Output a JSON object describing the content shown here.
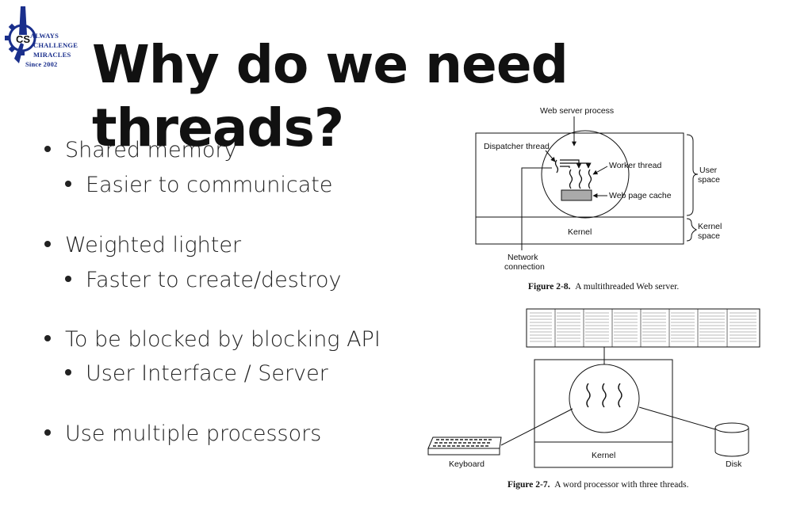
{
  "logo": {
    "lines": [
      "ALWAYS",
      "CHALLENGE",
      "MIRACLES",
      "Since 2002"
    ],
    "monogram": "CS"
  },
  "title": "Why do we need threads?",
  "bullets": [
    {
      "text": "Shared memory",
      "sub": "Easier to communicate"
    },
    {
      "text": "Weighted lighter",
      "sub": "Faster to create/destroy"
    },
    {
      "text": "To be blocked by blocking API",
      "sub": "User Interface / Server"
    },
    {
      "text": "Use multiple processors",
      "sub": ""
    }
  ],
  "figure_web": {
    "process_label": "Web server process",
    "dispatcher_label": "Dispatcher thread",
    "worker_label": "Worker thread",
    "cache_label": "Web page cache",
    "user_space": [
      "User",
      "space"
    ],
    "kernel_space": [
      "Kernel",
      "space"
    ],
    "kernel_label": "Kernel",
    "network": [
      "Network",
      "connection"
    ],
    "caption_num": "Figure 2-8.",
    "caption_text": "A multithreaded Web server."
  },
  "figure_word": {
    "kernel_label": "Kernel",
    "keyboard_label": "Keyboard",
    "disk_label": "Disk",
    "caption_num": "Figure 2-7.",
    "caption_text": "A word processor with three threads."
  }
}
